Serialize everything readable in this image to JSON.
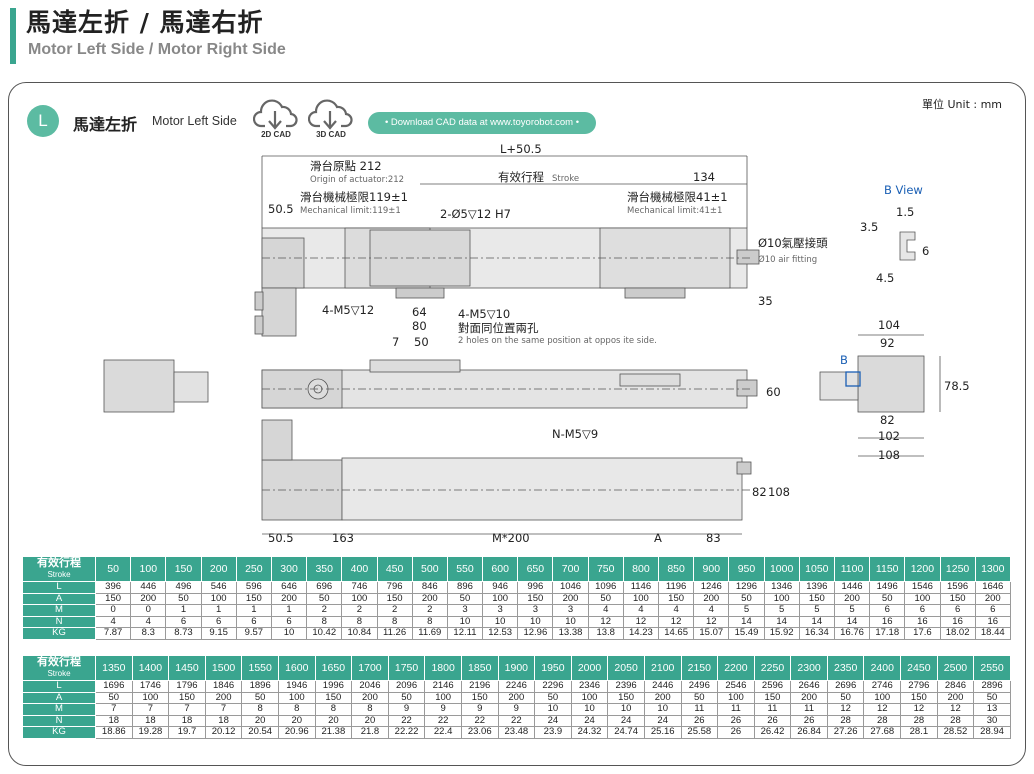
{
  "header": {
    "title_zh": "馬達左折 / 馬達右折",
    "title_en": "Motor Left Side / Motor Right Side"
  },
  "section": {
    "badge": "L",
    "title_zh": "馬達左折",
    "title_en": "Motor Left Side",
    "cad2d_label": "2D CAD",
    "cad3d_label": "3D CAD",
    "download_label": "• Download CAD data at www.toyorobot.com •",
    "unit": "單位 Unit : mm"
  },
  "drawing": {
    "overall_length": "L+50.5",
    "origin_zh": "滑台原點 212",
    "origin_en": "Origin of actuator:212",
    "stroke_zh": "有效行程",
    "stroke_en": "Stroke",
    "dim_134": "134",
    "mech_left_zh": "滑台機械極限119±1",
    "mech_left_en": "Mechanical limit:119±1",
    "mech_right_zh": "滑台機械極限41±1",
    "mech_right_en": "Mechanical limit:41±1",
    "dim_50_5a": "50.5",
    "hole_2": "2-Ø5▽12 H7",
    "air_zh": "Ø10氣壓接頭",
    "air_en": "Ø10 air fitting",
    "dim_35": "35",
    "hole_4a": "4-M5▽12",
    "dim_64": "64",
    "dim_80": "80",
    "hole_4b": "4-M5▽10",
    "holes_zh": "對面同位置兩孔",
    "holes_en": "2 holes on the same position at oppos ite side.",
    "dim_7": "7",
    "dim_50": "50",
    "dim_60": "60",
    "b_view": "B View",
    "dim_1_5": "1.5",
    "dim_3_5": "3.5",
    "dim_6": "6",
    "dim_4_5": "4.5",
    "dim_104": "104",
    "dim_92": "92",
    "b_label": "B",
    "dim_78_5": "78.5",
    "dim_82a": "82",
    "dim_102": "102",
    "dim_108a": "108",
    "hole_n": "N-M5▽9",
    "dim_82b": "82",
    "dim_108b": "108",
    "dim_50_5b": "50.5",
    "dim_163": "163",
    "dim_m200": "M*200",
    "dim_a": "A",
    "dim_83": "83"
  },
  "table1": {
    "stroke_label_zh": "有效行程",
    "stroke_label_en": "Stroke",
    "strokes": [
      "50",
      "100",
      "150",
      "200",
      "250",
      "300",
      "350",
      "400",
      "450",
      "500",
      "550",
      "600",
      "650",
      "700",
      "750",
      "800",
      "850",
      "900",
      "950",
      "1000",
      "1050",
      "1100",
      "1150",
      "1200",
      "1250",
      "1300"
    ],
    "rows": [
      {
        "label": "L",
        "values": [
          "396",
          "446",
          "496",
          "546",
          "596",
          "646",
          "696",
          "746",
          "796",
          "846",
          "896",
          "946",
          "996",
          "1046",
          "1096",
          "1146",
          "1196",
          "1246",
          "1296",
          "1346",
          "1396",
          "1446",
          "1496",
          "1546",
          "1596",
          "1646"
        ]
      },
      {
        "label": "A",
        "values": [
          "150",
          "200",
          "50",
          "100",
          "150",
          "200",
          "50",
          "100",
          "150",
          "200",
          "50",
          "100",
          "150",
          "200",
          "50",
          "100",
          "150",
          "200",
          "50",
          "100",
          "150",
          "200",
          "50",
          "100",
          "150",
          "200"
        ]
      },
      {
        "label": "M",
        "values": [
          "0",
          "0",
          "1",
          "1",
          "1",
          "1",
          "2",
          "2",
          "2",
          "2",
          "3",
          "3",
          "3",
          "3",
          "4",
          "4",
          "4",
          "4",
          "5",
          "5",
          "5",
          "5",
          "6",
          "6",
          "6",
          "6"
        ]
      },
      {
        "label": "N",
        "values": [
          "4",
          "4",
          "6",
          "6",
          "6",
          "6",
          "8",
          "8",
          "8",
          "8",
          "10",
          "10",
          "10",
          "10",
          "12",
          "12",
          "12",
          "12",
          "14",
          "14",
          "14",
          "14",
          "16",
          "16",
          "16",
          "16"
        ]
      },
      {
        "label": "KG",
        "values": [
          "7.87",
          "8.3",
          "8.73",
          "9.15",
          "9.57",
          "10",
          "10.42",
          "10.84",
          "11.26",
          "11.69",
          "12.11",
          "12.53",
          "12.96",
          "13.38",
          "13.8",
          "14.23",
          "14.65",
          "15.07",
          "15.49",
          "15.92",
          "16.34",
          "16.76",
          "17.18",
          "17.6",
          "18.02",
          "18.44"
        ]
      }
    ]
  },
  "table2": {
    "stroke_label_zh": "有效行程",
    "stroke_label_en": "Stroke",
    "strokes": [
      "1350",
      "1400",
      "1450",
      "1500",
      "1550",
      "1600",
      "1650",
      "1700",
      "1750",
      "1800",
      "1850",
      "1900",
      "1950",
      "2000",
      "2050",
      "2100",
      "2150",
      "2200",
      "2250",
      "2300",
      "2350",
      "2400",
      "2450",
      "2500",
      "2550"
    ],
    "rows": [
      {
        "label": "L",
        "values": [
          "1696",
          "1746",
          "1796",
          "1846",
          "1896",
          "1946",
          "1996",
          "2046",
          "2096",
          "2146",
          "2196",
          "2246",
          "2296",
          "2346",
          "2396",
          "2446",
          "2496",
          "2546",
          "2596",
          "2646",
          "2696",
          "2746",
          "2796",
          "2846",
          "2896"
        ]
      },
      {
        "label": "A",
        "values": [
          "50",
          "100",
          "150",
          "200",
          "50",
          "100",
          "150",
          "200",
          "50",
          "100",
          "150",
          "200",
          "50",
          "100",
          "150",
          "200",
          "50",
          "100",
          "150",
          "200",
          "50",
          "100",
          "150",
          "200",
          "50"
        ]
      },
      {
        "label": "M",
        "values": [
          "7",
          "7",
          "7",
          "7",
          "8",
          "8",
          "8",
          "8",
          "9",
          "9",
          "9",
          "9",
          "10",
          "10",
          "10",
          "10",
          "11",
          "11",
          "11",
          "11",
          "12",
          "12",
          "12",
          "12",
          "13"
        ]
      },
      {
        "label": "N",
        "values": [
          "18",
          "18",
          "18",
          "18",
          "20",
          "20",
          "20",
          "20",
          "22",
          "22",
          "22",
          "22",
          "24",
          "24",
          "24",
          "24",
          "26",
          "26",
          "26",
          "26",
          "28",
          "28",
          "28",
          "28",
          "30"
        ]
      },
      {
        "label": "KG",
        "values": [
          "18.86",
          "19.28",
          "19.7",
          "20.12",
          "20.54",
          "20.96",
          "21.38",
          "21.8",
          "22.22",
          "22.4",
          "23.06",
          "23.48",
          "23.9",
          "24.32",
          "24.74",
          "25.16",
          "25.58",
          "26",
          "26.42",
          "26.84",
          "27.26",
          "27.68",
          "28.1",
          "28.52",
          "28.94"
        ]
      }
    ]
  }
}
